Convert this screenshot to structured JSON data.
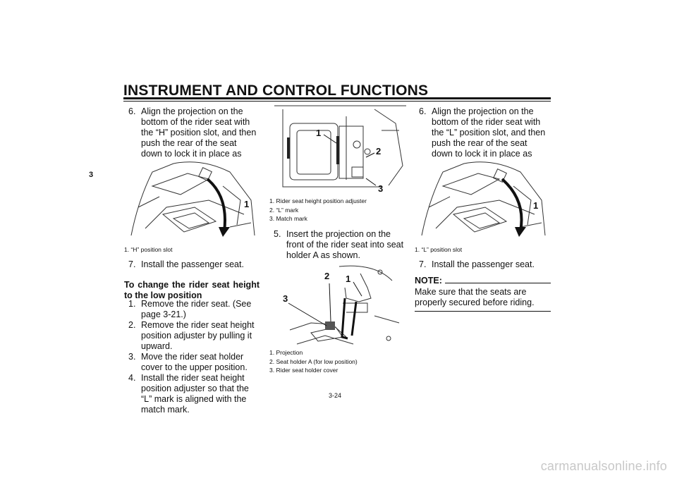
{
  "header": {
    "title": "INSTRUMENT AND CONTROL FUNCTIONS"
  },
  "chapter_tab": "3",
  "col1": {
    "step6_num": "6.",
    "step6_text": "Align the projection on the bottom of the rider seat with the “H” position slot, and then push the rear of the seat down to lock it in place as shown.",
    "fig1_callout": "1",
    "fig1_caption": "1. “H” position slot",
    "step7_num": "7.",
    "step7_text": "Install the passenger seat.",
    "subheading": "To change the rider seat height to the low position",
    "steps": [
      {
        "num": "1.",
        "text": "Remove the rider seat. (See page 3-21.)"
      },
      {
        "num": "2.",
        "text": "Remove the rider seat height position adjuster by pulling it upward."
      },
      {
        "num": "3.",
        "text": "Move the rider seat holder cover to the upper position."
      },
      {
        "num": "4.",
        "text": "Install the rider seat height position adjuster so that the “L” mark is aligned with the match mark."
      }
    ]
  },
  "col2": {
    "fig2_callouts": [
      "1",
      "2",
      "3"
    ],
    "fig2_captions": [
      "1. Rider seat height position adjuster",
      "2. “L” mark",
      "3. Match mark"
    ],
    "step5_num": "5.",
    "step5_text": "Insert the projection on the front of the rider seat into seat holder A as shown.",
    "fig3_callouts": [
      "2",
      "1",
      "3"
    ],
    "fig3_captions": [
      "1. Projection",
      "2. Seat holder A (for low position)",
      "3. Rider seat holder cover"
    ]
  },
  "col3": {
    "step6_num": "6.",
    "step6_text": "Align the projection on the bottom of the rider seat with the “L” position slot, and then push the rear of the seat down to lock it in place as shown.",
    "fig4_callout": "1",
    "fig4_caption": "1. “L” position slot",
    "step7_num": "7.",
    "step7_text": "Install the passenger seat.",
    "note_label": "NOTE:",
    "note_text": "Make sure that the seats are properly secured before riding."
  },
  "page_number": "3-24",
  "watermark": "carmanualsonline.info"
}
